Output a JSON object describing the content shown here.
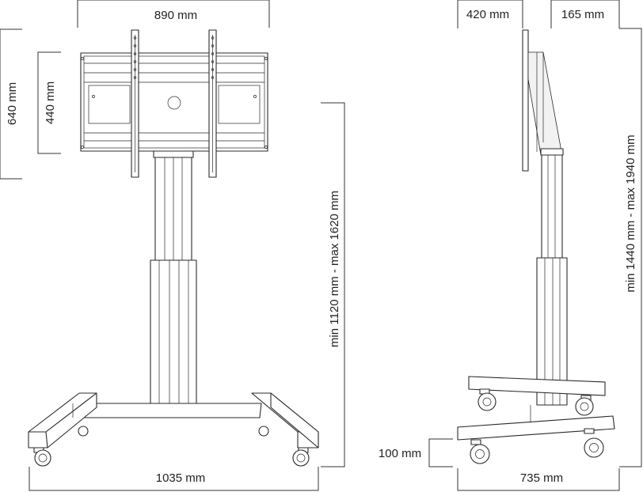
{
  "dimensions": {
    "front_width": "890 mm",
    "outer_height": "640 mm",
    "inner_height": "440 mm",
    "front_height_range": "min 1120 mm - max 1620 mm",
    "base_width": "1035 mm",
    "side_depth_top": "420 mm",
    "side_offset": "165 mm",
    "side_height_range": "min 1440 mm - max 1940 mm",
    "ground_clearance": "100 mm",
    "base_depth": "735 mm"
  }
}
